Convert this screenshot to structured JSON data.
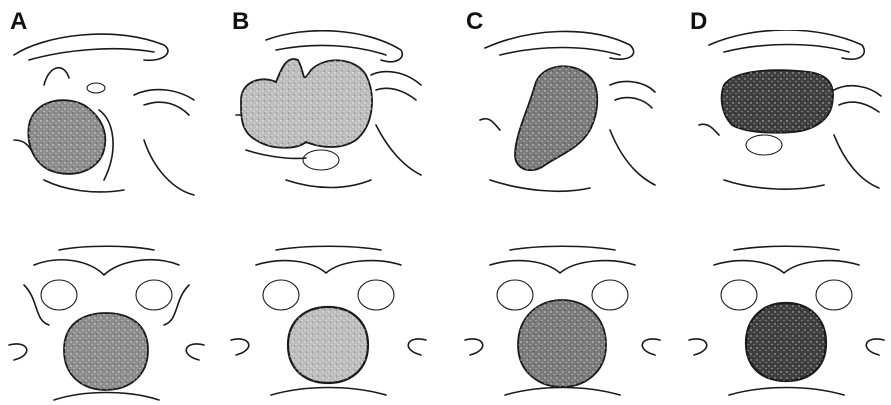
{
  "panels": [
    {
      "label": "A",
      "tumor_fill": "#8c8c8c"
    },
    {
      "label": "B",
      "tumor_fill": "#bdbdbd"
    },
    {
      "label": "C",
      "tumor_fill": "#7a7a7a"
    },
    {
      "label": "D",
      "tumor_fill": "#3f3f3f"
    }
  ]
}
